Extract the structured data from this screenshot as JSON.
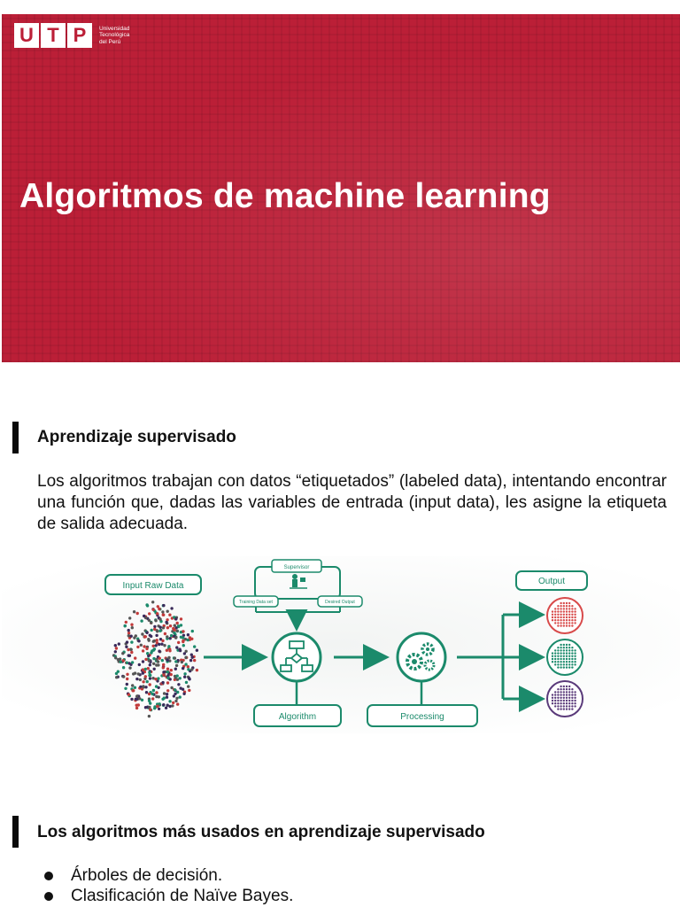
{
  "header": {
    "logo_letters": [
      "U",
      "T",
      "P"
    ],
    "logo_subtitle": "Universidad\nTecnológica\ndel Perú",
    "title": "Algoritmos de machine learning",
    "colors": {
      "brand_red": "#bb1f37",
      "white": "#ffffff"
    }
  },
  "section1": {
    "heading": "Aprendizaje supervisado",
    "paragraph": "Los algoritmos trabajan con datos “etiquetados” (labeled data), intentando encontrar una función que, dadas las variables de entrada (input data), les asigne la etiqueta de salida adecuada."
  },
  "diagram": {
    "accent_color": "#1b8a6b",
    "labels": {
      "input": "Input Raw Data",
      "supervisor": "Supervisor",
      "training": "Training Data set",
      "desired": "Desired Output",
      "algorithm": "Algorithm",
      "processing": "Processing",
      "output": "Output"
    },
    "output_class_colors": [
      "#d84a4a",
      "#1b8a6b",
      "#5a3a7a"
    ]
  },
  "section2": {
    "heading": "Los algoritmos más usados en aprendizaje supervisado",
    "items": [
      "Árboles de decisión.",
      "Clasificación de Naïve Bayes."
    ]
  }
}
